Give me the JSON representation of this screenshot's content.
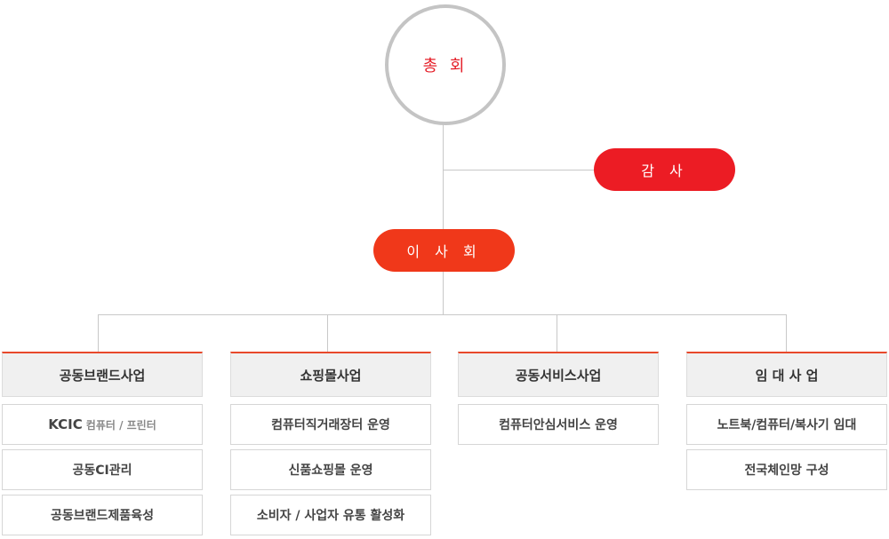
{
  "general_meeting": "총 회",
  "audit": "감 사",
  "board": "이 사 회",
  "departments": [
    {
      "title": "공동브랜드사업",
      "items": [
        "공동CI관리",
        "공동브랜드제품육성"
      ],
      "first_item": {
        "main": "KCIC",
        "sub": "컴퓨터 / 프린터"
      }
    },
    {
      "title": "쇼핑몰사업",
      "items": [
        "컴퓨터직거래장터 운영",
        "신품쇼핑몰 운영",
        "소비자 / 사업자 유통 활성화"
      ]
    },
    {
      "title": "공동서비스사업",
      "items": [
        "컴퓨터안심서비스 운영"
      ]
    },
    {
      "title": "임 대 사 업",
      "items": [
        "노트북/컴퓨터/복사기 임대",
        "전국체인망 구성"
      ]
    }
  ],
  "colors": {
    "accent_red": "#ec1c24",
    "accent_orange": "#f0381a",
    "circle_border": "#c4c4c4",
    "header_bg": "#f0f0f0"
  }
}
